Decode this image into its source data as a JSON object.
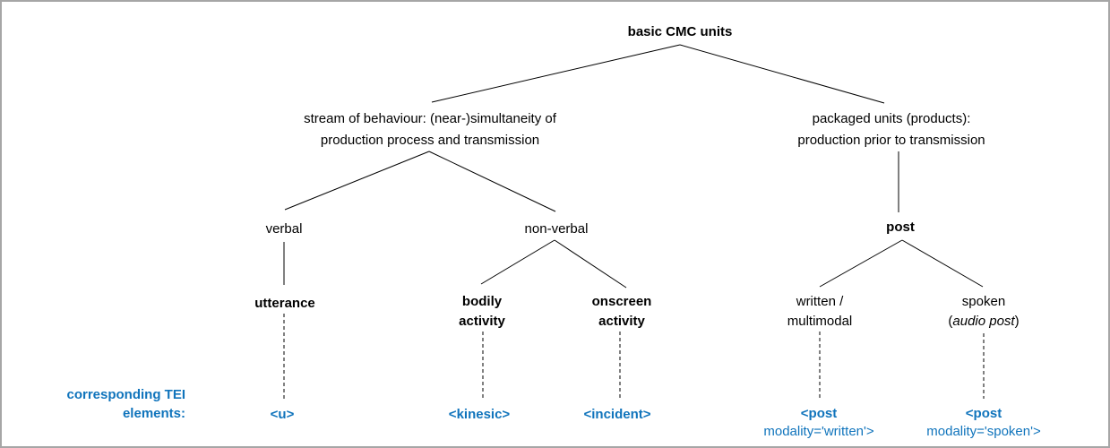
{
  "colors": {
    "accent_blue": "#1074bc",
    "line_black": "#000000",
    "border_gray": "#a6a6a6",
    "background": "#ffffff"
  },
  "tree": {
    "root": "basic CMC units",
    "stream_node": {
      "line1": "stream of behaviour: (near-)simultaneity of",
      "line2": "production process and transmission"
    },
    "packaged_node": {
      "line1": "packaged units (products):",
      "line2": "production prior to transmission"
    },
    "verbal": "verbal",
    "non_verbal": "non-verbal",
    "post": "post",
    "utterance": "utterance",
    "bodily": {
      "line1": "bodily",
      "line2": "activity"
    },
    "onscreen": {
      "line1": "onscreen",
      "line2": "activity"
    },
    "written": {
      "line1": "written /",
      "line2": "multimodal"
    },
    "spoken": {
      "line1": "spoken",
      "paren_open": "(",
      "italic_text": "audio post",
      "paren_close": ")"
    }
  },
  "tei": {
    "caption_line1": "corresponding TEI",
    "caption_line2": "elements:",
    "u": "<u>",
    "kinesic": "<kinesic>",
    "incident": "<incident>",
    "post_written": {
      "line1": "<post",
      "line2": "modality='written'>"
    },
    "post_spoken": {
      "line1": "<post",
      "line2": "modality='spoken'>"
    }
  },
  "edges": {
    "solid": [
      [
        757,
        48,
        480,
        112
      ],
      [
        757,
        48,
        985,
        113
      ],
      [
        477,
        167,
        316,
        232
      ],
      [
        477,
        167,
        618,
        234
      ],
      [
        315,
        268,
        315,
        316
      ],
      [
        617,
        266,
        535,
        315
      ],
      [
        617,
        266,
        697,
        319
      ],
      [
        1001,
        167,
        1001,
        235
      ],
      [
        1005,
        266,
        913,
        318
      ],
      [
        1005,
        266,
        1095,
        318
      ]
    ],
    "dashed": [
      [
        315,
        348,
        315,
        443
      ],
      [
        537,
        368,
        537,
        443
      ],
      [
        690,
        368,
        690,
        443
      ],
      [
        913,
        368,
        913,
        443
      ],
      [
        1096,
        370,
        1096,
        443
      ]
    ]
  }
}
